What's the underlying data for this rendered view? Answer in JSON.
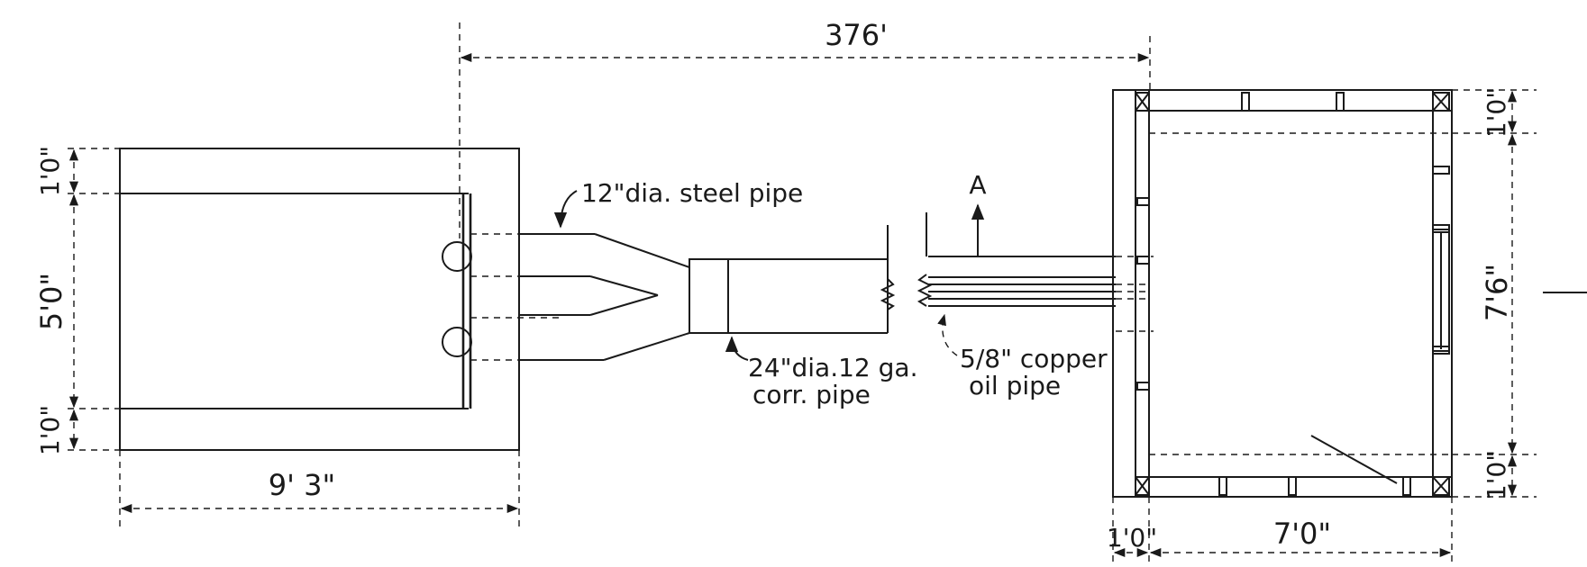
{
  "labels": {
    "dim_376": "376'",
    "steel_pipe": "12\"dia. steel pipe",
    "point_a": "A",
    "corr_pipe_line1": "24\"dia.12 ga.",
    "corr_pipe_line2": "corr. pipe",
    "copper_line1": "5/8\" copper",
    "copper_line2": "oil pipe",
    "left_top_wall": "1'0\"",
    "left_height": "5'0\"",
    "left_bottom_wall": "1'0\"",
    "left_width": "9' 3\"",
    "right_top_wall": "1'0\"",
    "right_height": "7'6\"",
    "right_bottom_wall": "1'0\"",
    "right_left_wall": "1'0\"",
    "right_width": "7'0\""
  }
}
